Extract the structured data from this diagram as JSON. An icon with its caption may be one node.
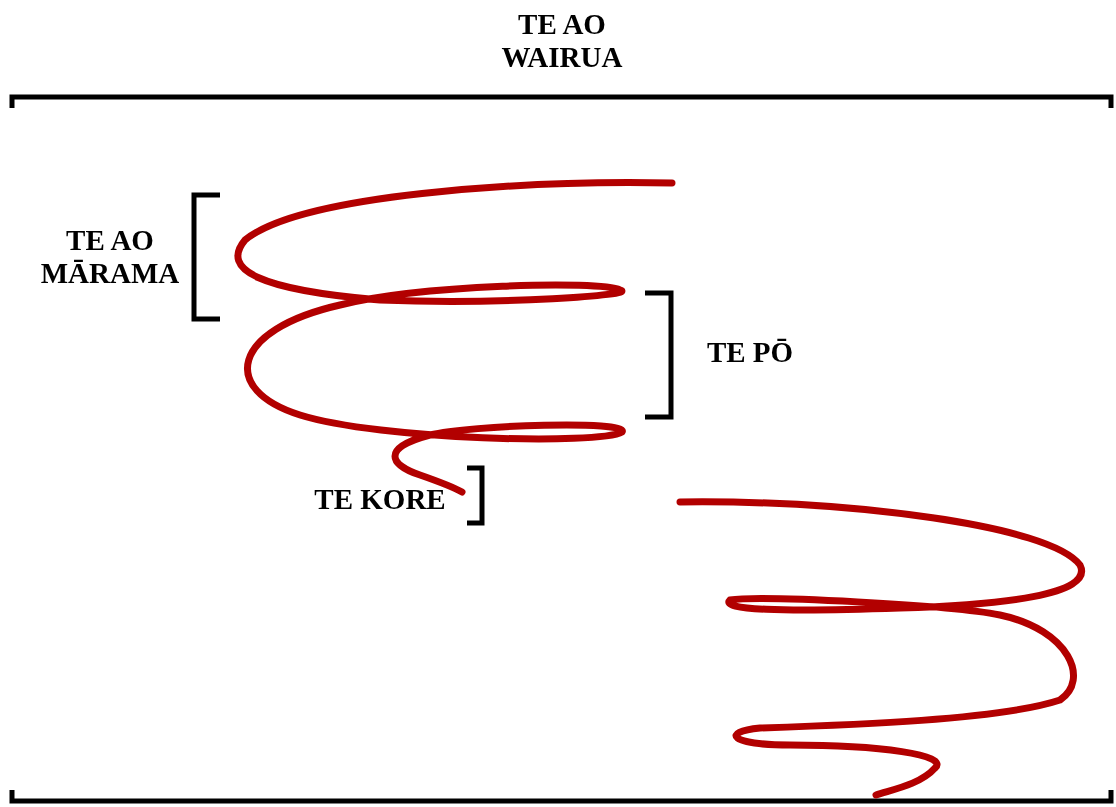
{
  "diagram": {
    "labels": [
      "TE AO WAIRUA",
      "TE AO MĀRAMA",
      "TE PŌ",
      "TE KORE"
    ]
  }
}
